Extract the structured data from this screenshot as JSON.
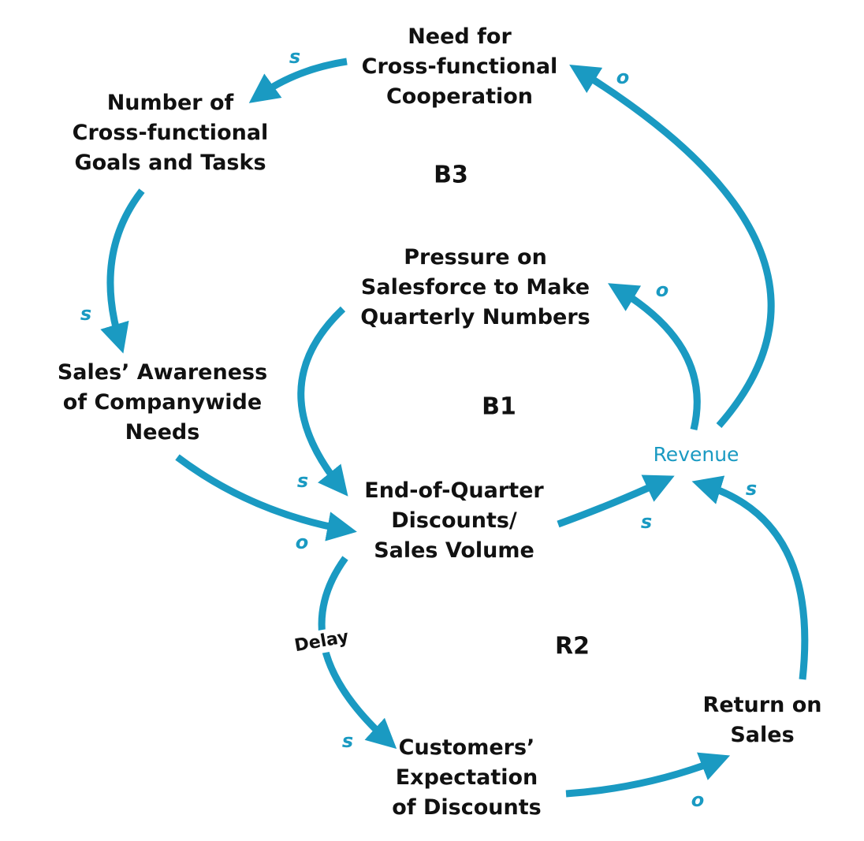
{
  "diagram": {
    "accent_color": "#1a9ac2",
    "nodes": {
      "need_cooperation": [
        "Need for",
        "Cross-functional",
        "Cooperation"
      ],
      "number_goals": [
        "Number of",
        "Cross-functional",
        "Goals and Tasks"
      ],
      "pressure": [
        "Pressure on",
        "Salesforce to Make",
        "Quarterly Numbers"
      ],
      "awareness": [
        "Sales’ Awareness",
        "of Companywide",
        "Needs"
      ],
      "revenue": "Revenue",
      "discounts": [
        "End-of-Quarter",
        "Discounts/",
        "Sales Volume"
      ],
      "return_on_sales": [
        "Return on",
        "Sales"
      ],
      "expectation": [
        "Customers’",
        "Expectation",
        "of Discounts"
      ]
    },
    "loops": {
      "b3": "B3",
      "b1": "B1",
      "r2": "R2"
    },
    "delay_label": "Delay",
    "links": [
      {
        "from": "need_cooperation",
        "to": "number_goals",
        "polarity": "s"
      },
      {
        "from": "number_goals",
        "to": "awareness",
        "polarity": "s"
      },
      {
        "from": "awareness",
        "to": "discounts",
        "polarity": "o"
      },
      {
        "from": "pressure",
        "to": "discounts",
        "polarity": "s"
      },
      {
        "from": "discounts",
        "to": "revenue",
        "polarity": "s"
      },
      {
        "from": "revenue",
        "to": "pressure",
        "polarity": "o"
      },
      {
        "from": "revenue",
        "to": "need_cooperation",
        "polarity": "o"
      },
      {
        "from": "discounts",
        "to": "expectation",
        "polarity": "s"
      },
      {
        "from": "expectation",
        "to": "return_on_sales",
        "polarity": "o"
      },
      {
        "from": "return_on_sales",
        "to": "revenue",
        "polarity": "s"
      }
    ]
  }
}
